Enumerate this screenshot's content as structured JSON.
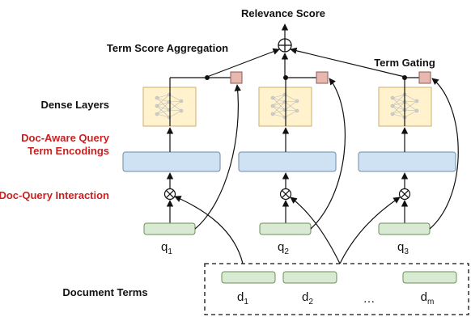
{
  "labels": {
    "relevance_score": "Relevance Score",
    "term_score_aggregation": "Term Score Aggregation",
    "term_gating": "Term Gating",
    "dense_layers": "Dense Layers",
    "doc_aware_line1": "Doc-Aware Query",
    "doc_aware_line2": "Term Encodings",
    "doc_query_interaction": "Doc-Query Interaction",
    "document_terms": "Document Terms"
  },
  "query_terms": [
    {
      "base": "q",
      "sub": "1"
    },
    {
      "base": "q",
      "sub": "2"
    },
    {
      "base": "q",
      "sub": "3"
    }
  ],
  "doc_terms": [
    {
      "base": "d",
      "sub": "1"
    },
    {
      "base": "d",
      "sub": "2"
    },
    {
      "base": "d",
      "sub": "m"
    }
  ],
  "ellipsis": "…",
  "colors": {
    "label_red": "#cc1f1f",
    "encoding_fill": "#cfe2f3",
    "term_fill": "#d9ead3",
    "dense_fill": "#fff2cc",
    "gate_fill": "#e6b8af"
  }
}
